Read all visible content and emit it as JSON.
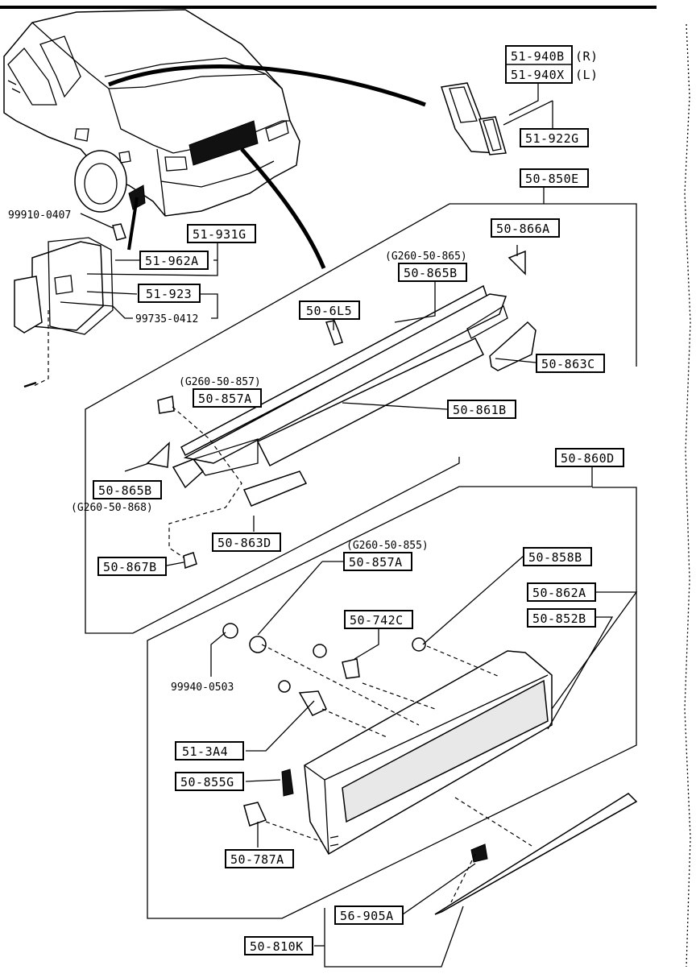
{
  "diagram": {
    "part_labels": {
      "p51_940B": "51-940B",
      "p51_940X": "51-940X",
      "side_R": "(R)",
      "side_L": "(L)",
      "p51_922G": "51-922G",
      "p50_850E": "50-850E",
      "p99910_0407": "99910-0407",
      "p51_931G": "51-931G",
      "p51_962A": "51-962A",
      "p51_923": "51-923",
      "p99735_0412": "99735-0412",
      "p50_866A": "50-866A",
      "g260_50_865": "(G260-50-865)",
      "p50_865B_top": "50-865B",
      "p50_6L5": "50-6L5",
      "p50_863C": "50-863C",
      "g260_50_857": "(G260-50-857)",
      "p50_857A_top": "50-857A",
      "p50_861B": "50-861B",
      "p50_860D": "50-860D",
      "p50_865B_bottom": "50-865B",
      "g260_50_868": "(G260-50-868)",
      "p50_863D": "50-863D",
      "g260_50_855": "(G260-50-855)",
      "p50_857A_bottom": "50-857A",
      "p50_858B": "50-858B",
      "p50_867B": "50-867B",
      "p50_862A": "50-862A",
      "p50_852B": "50-852B",
      "p50_742C": "50-742C",
      "p99940_0503": "99940-0503",
      "p51_3A4": "51-3A4",
      "p50_855G": "50-855G",
      "p50_787A": "50-787A",
      "p56_905A": "56-905A",
      "p50_810K": "50-810K"
    }
  }
}
